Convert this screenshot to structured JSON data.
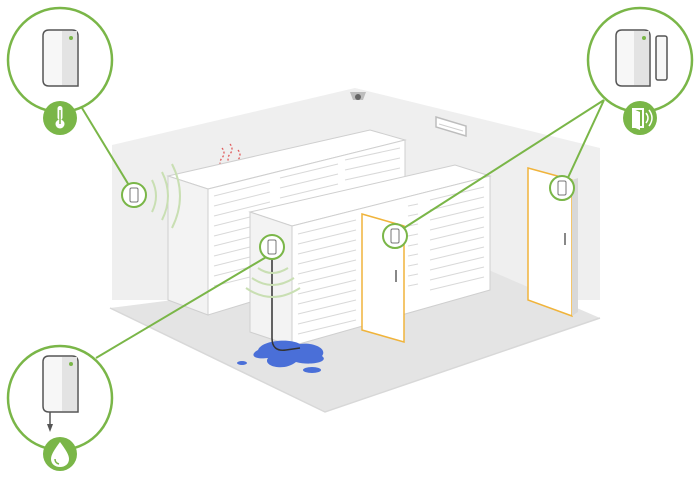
{
  "colors": {
    "accent_green": "#7ab648",
    "room_floor": "#e6e6e6",
    "room_wall": "#efefef",
    "room_outline": "#dcdcdc",
    "cabinet_fill": "#ffffff",
    "cabinet_stroke": "#cfcfcf",
    "door_outline": "#f0b43c",
    "water": "#4a6fd8",
    "heat_waves": "#e05a5a",
    "signal_waves": "#c9dfb3"
  },
  "callouts": [
    {
      "id": "temperature-sensor",
      "badge_icon": "thermometer-icon"
    },
    {
      "id": "door-sensor",
      "badge_icon": "door-open-icon"
    },
    {
      "id": "water-leak-sensor",
      "badge_icon": "water-drop-icon"
    }
  ],
  "scene": {
    "ceiling_devices": [
      "security-camera-icon",
      "air-conditioner-icon"
    ],
    "sensors": [
      "wall-temperature-sensor",
      "cabinet-leak-sensor",
      "cabinet-door-sensor",
      "room-door-sensor"
    ],
    "hazards": [
      "heat-waves",
      "water-puddle"
    ]
  }
}
